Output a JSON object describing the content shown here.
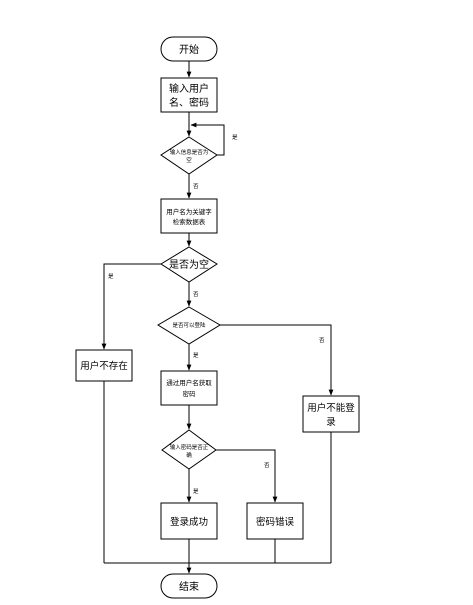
{
  "flowchart": {
    "start": "开始",
    "input_line1": "输入用户",
    "input_line2": "名、密码",
    "check_empty_line1": "输入信息是否为",
    "check_empty_line2": "空",
    "lookup_line1": "用户名为关键字",
    "lookup_line2": "检索数据表",
    "result_empty": "是否为空",
    "user_not_exist": "用户不存在",
    "can_login": "是否可以登陆",
    "get_password_line1": "通过用户名获取",
    "get_password_line2": "密码",
    "cannot_login_line1": "用户不能登",
    "cannot_login_line2": "录",
    "password_correct_line1": "输入密码是否正",
    "password_correct_line2": "确",
    "login_success": "登录成功",
    "password_error": "密码错误",
    "end": "结束"
  },
  "edge_labels": {
    "yes": "是",
    "no": "否"
  }
}
